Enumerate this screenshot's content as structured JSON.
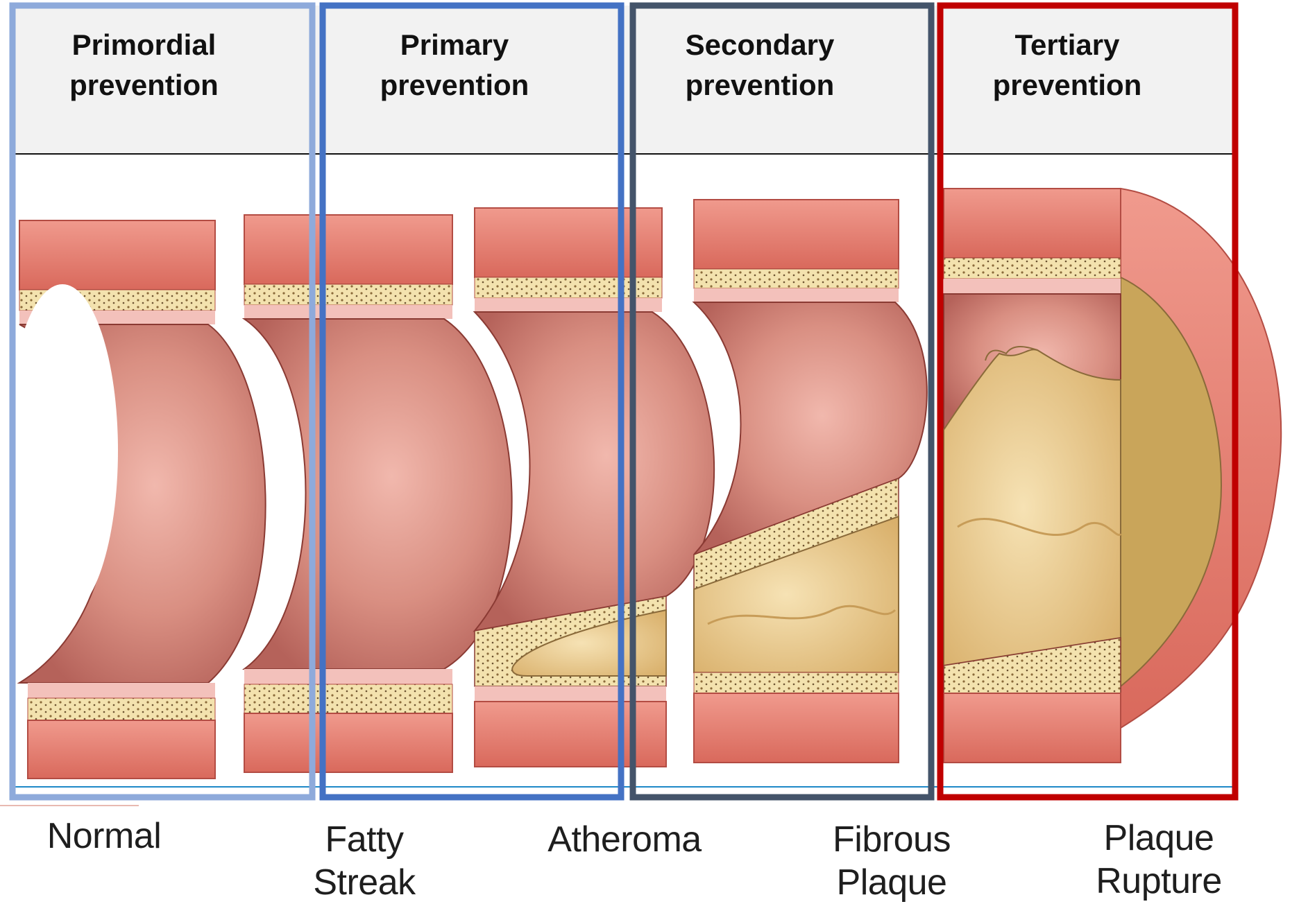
{
  "preventions": [
    {
      "line1": "Primordial",
      "line2": "prevention",
      "frame_color": "#8eaadb"
    },
    {
      "line1": "Primary",
      "line2": "prevention",
      "frame_color": "#4472c4"
    },
    {
      "line1": "Secondary",
      "line2": "prevention",
      "frame_color": "#44546a"
    },
    {
      "line1": "Tertiary",
      "line2": "prevention",
      "frame_color": "#c00000"
    }
  ],
  "stages": [
    {
      "line1": "Normal",
      "line2": ""
    },
    {
      "line1": "Fatty",
      "line2": "Streak"
    },
    {
      "line1": "Atheroma",
      "line2": ""
    },
    {
      "line1": "Fibrous",
      "line2": "Plaque"
    },
    {
      "line1": "Plaque",
      "line2": "Rupture"
    }
  ],
  "colors": {
    "header_bg": "#f2f2f2",
    "artery_wall": "#e77f72",
    "lumen": "#d98f82",
    "fat_layer": "#f3e2ae",
    "plaque": "#e8c98c",
    "intima": "#f3c1bb"
  }
}
